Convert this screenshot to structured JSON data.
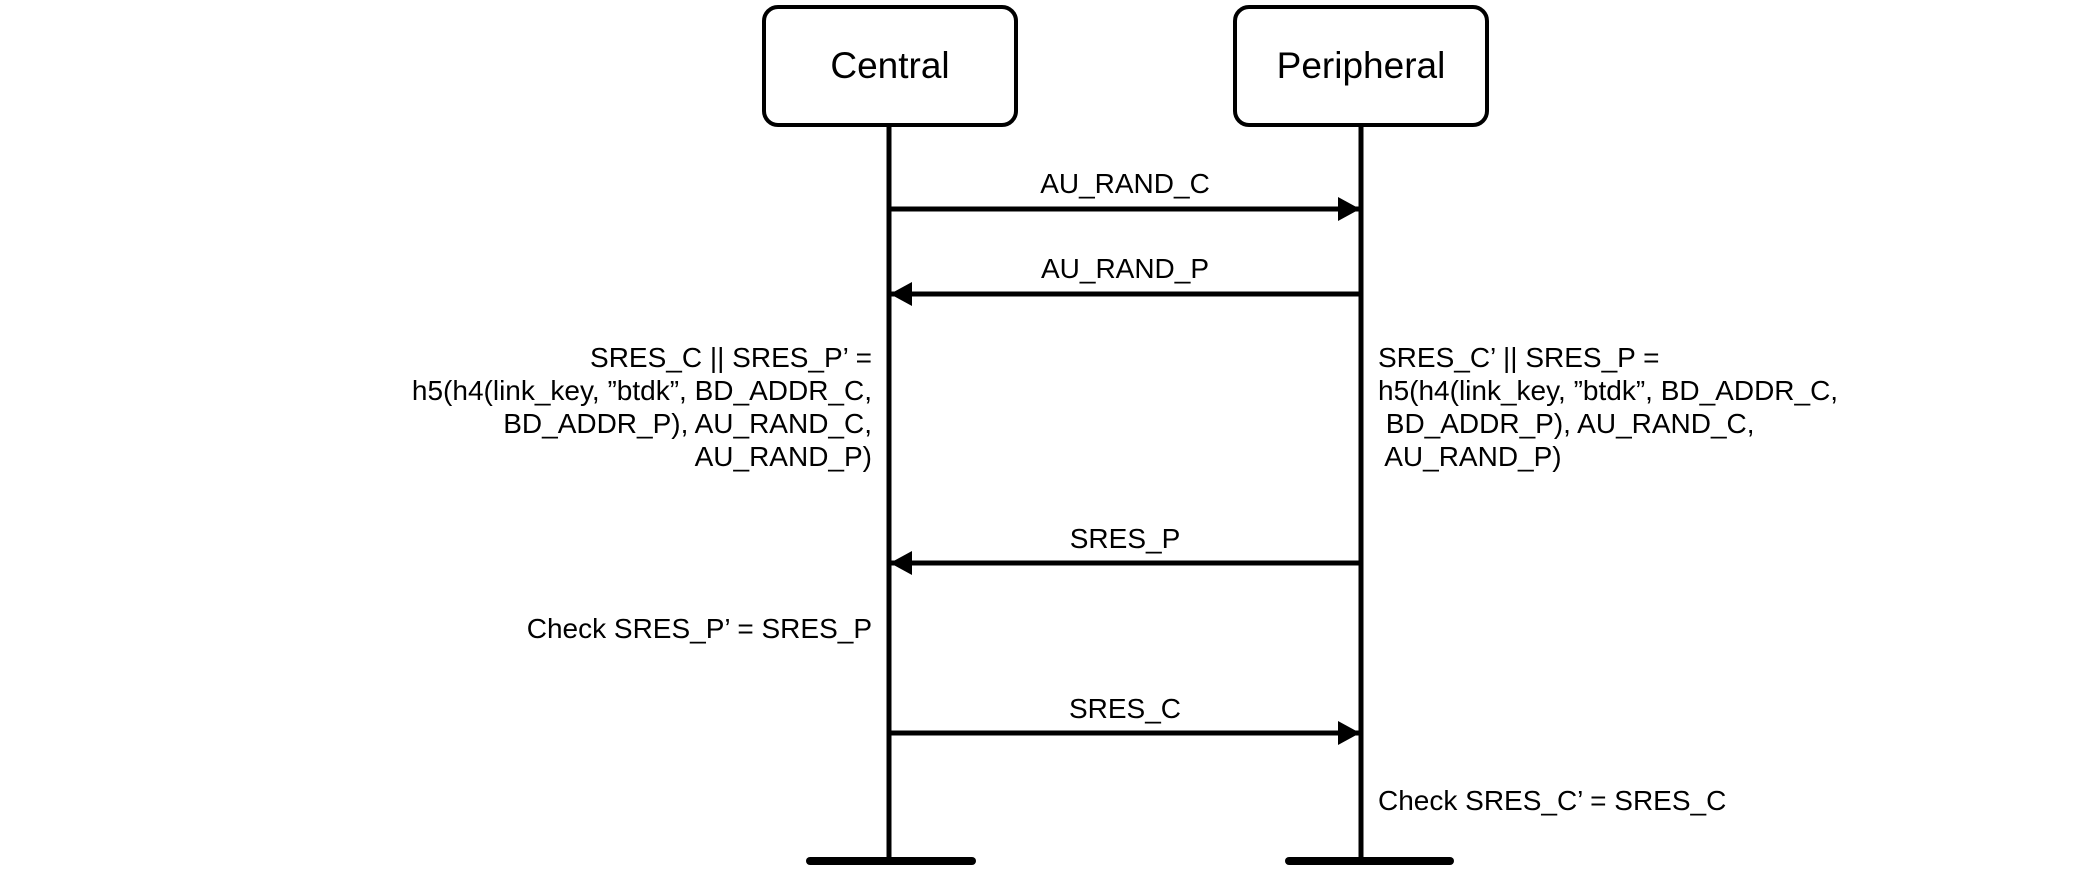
{
  "diagram": {
    "type": "sequence",
    "colors": {
      "stroke": "#000000",
      "background": "#ffffff"
    },
    "participants": [
      {
        "id": "central",
        "label": "Central"
      },
      {
        "id": "peripheral",
        "label": "Peripheral"
      }
    ],
    "messages": [
      {
        "from": "central",
        "to": "peripheral",
        "label": "AU_RAND_C"
      },
      {
        "from": "peripheral",
        "to": "central",
        "label": "AU_RAND_P"
      },
      {
        "from": "peripheral",
        "to": "central",
        "label": "SRES_P"
      },
      {
        "from": "central",
        "to": "peripheral",
        "label": "SRES_C"
      }
    ],
    "notes": {
      "central_compute": [
        "SRES_C || SRES_P’ =",
        "h5(h4(link_key, ”btdk”, BD_ADDR_C,",
        "BD_ADDR_P), AU_RAND_C,",
        "AU_RAND_P)"
      ],
      "peripheral_compute": [
        "SRES_C’ || SRES_P =",
        "h5(h4(link_key, ”btdk”, BD_ADDR_C,",
        " BD_ADDR_P), AU_RAND_C,",
        " AU_RAND_P)"
      ],
      "central_check": "Check SRES_P’ = SRES_P",
      "peripheral_check": "Check SRES_C’ = SRES_C"
    }
  }
}
